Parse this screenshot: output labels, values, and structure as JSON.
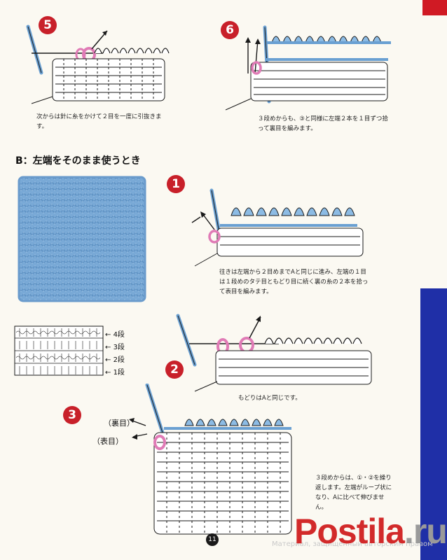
{
  "captions": {
    "step5": "次からは針に糸をかけて２目を一度に引抜きます。",
    "step6": "３段めからも、③と同様に左端２本を１目ずつ拾って裏目を編みます。",
    "step_b1": "往きは左端から２目めまでAと同じに進み、左端の１目は１段めのタテ目ともどり目に続く裏の糸の２本を拾って表目を編みます。",
    "step_b2": "もどりはAと同じです。",
    "step_b3": "３段めからは、①・②を繰り返します。左端がループ状になり、Aに比べて伸びません。"
  },
  "section_title": "B：左端をそのまま使うとき",
  "step_numbers": {
    "n5": "5",
    "n6": "6",
    "b1": "1",
    "b2": "2",
    "b3": "3"
  },
  "chart_rows": [
    "4段",
    "3段",
    "2段",
    "1段"
  ],
  "labels": {
    "ura": "（裏目）",
    "omote": "（表目）"
  },
  "page_number": "11",
  "watermark": "Материал, защищенный авторским правом",
  "brand": {
    "name": "Postila",
    "tld": ".ru"
  },
  "colors": {
    "accent_red": "#c8202a",
    "yarn_blue": "#6aa0d2",
    "tab_red": "#d01a24",
    "tab_blue": "#1f2fa7",
    "swatch_blue": "#79a9d6"
  }
}
